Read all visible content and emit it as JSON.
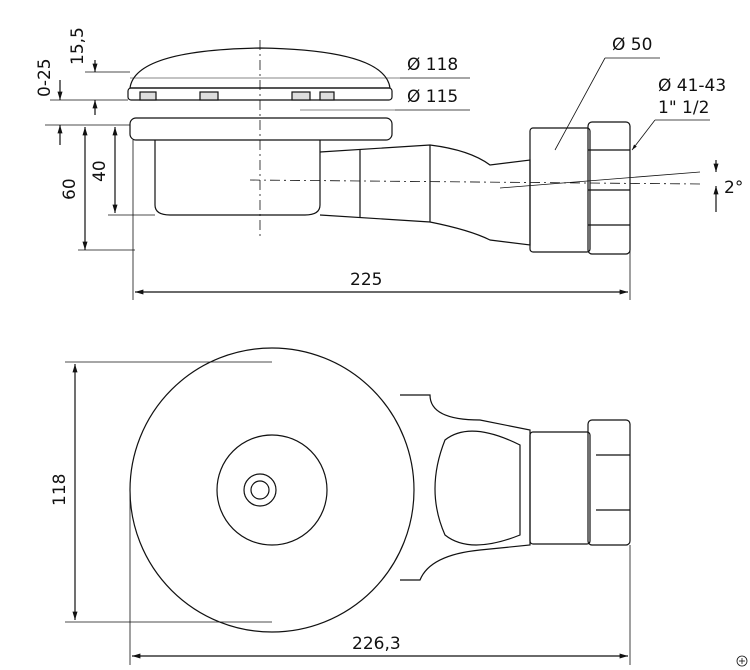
{
  "side_view": {
    "dims": {
      "d15_5": "15,5",
      "d0_25": "0-25",
      "d118": "Ø 118",
      "d115": "Ø 115",
      "d50": "Ø 50",
      "d41_43": "Ø 41-43",
      "thread": "1\" 1/2",
      "angle": "2°",
      "d60": "60",
      "d40": "40",
      "d225": "225"
    }
  },
  "top_view": {
    "dims": {
      "d118": "118",
      "d226_3": "226,3"
    }
  }
}
